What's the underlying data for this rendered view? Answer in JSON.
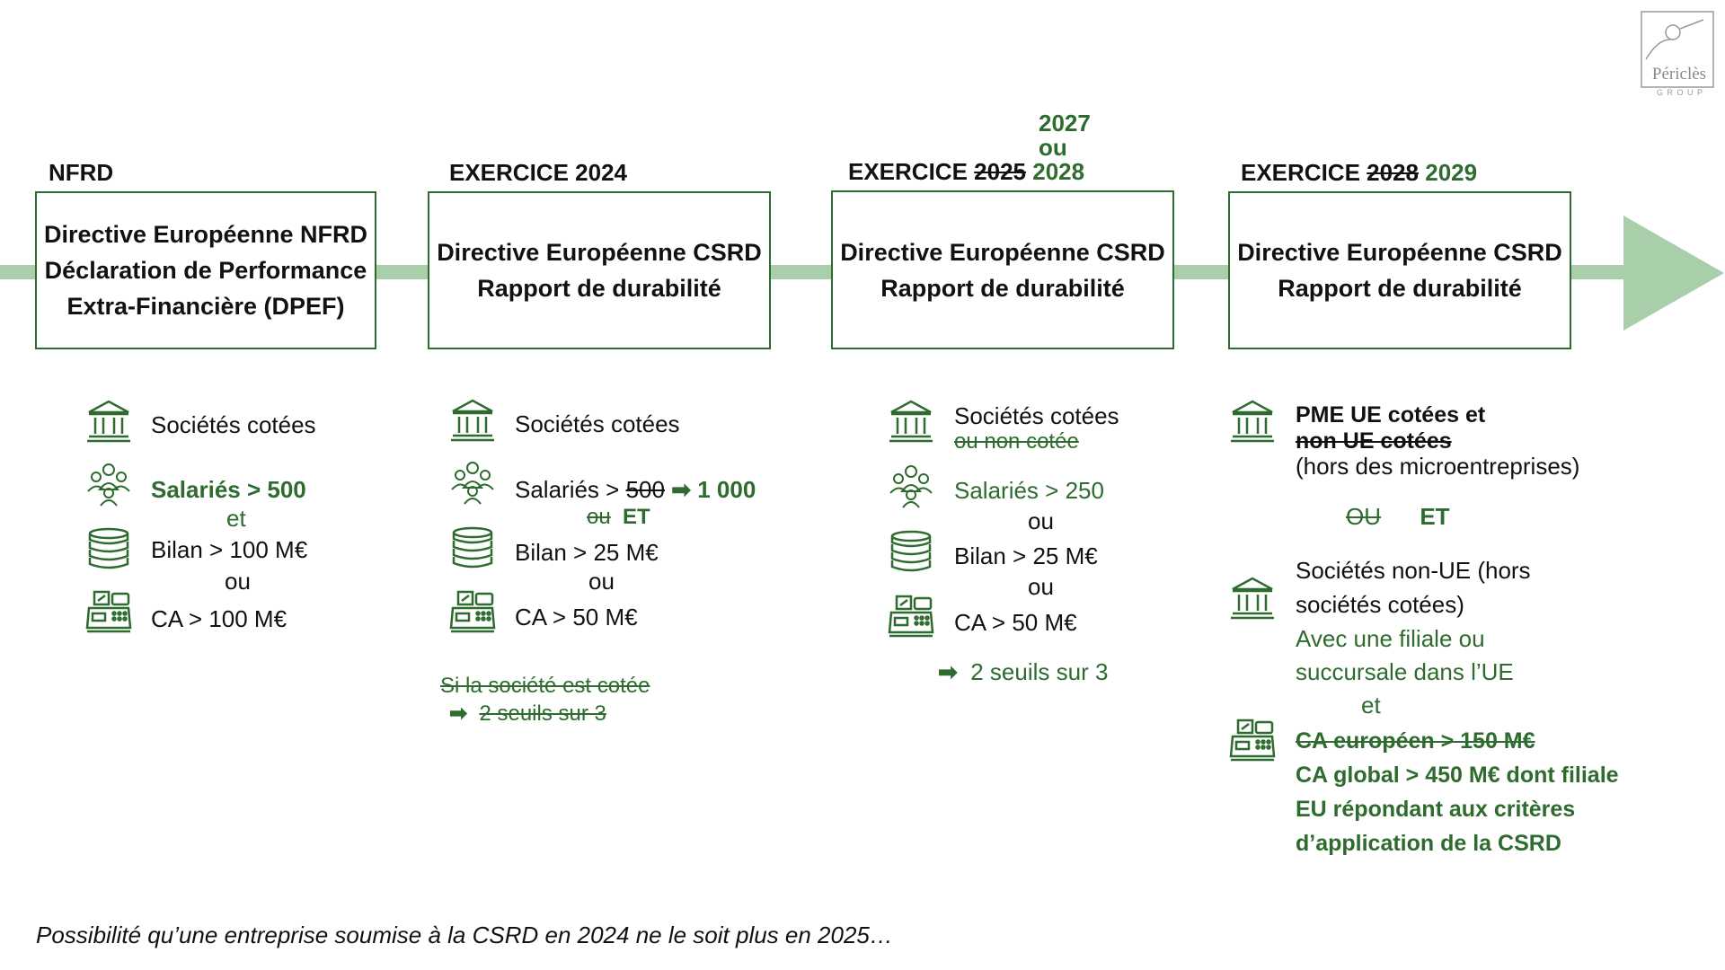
{
  "logo": {
    "name": "Périclès",
    "sub": "G R O U P"
  },
  "timeline": {
    "col1": {
      "header": "NFRD",
      "box": [
        "Directive Européenne NFRD",
        "Déclaration de Performance",
        "Extra-Financière (DPEF)"
      ],
      "listed": "Sociétés cotées",
      "employees": "Salariés > 500",
      "and": "et",
      "balance": "Bilan > 100 M€",
      "or1": "ou",
      "revenue": "CA > 100 M€"
    },
    "col2": {
      "header": "EXERCICE 2024",
      "box": [
        "Directive Européenne CSRD",
        "Rapport de durabilité"
      ],
      "listed": "Sociétés cotées",
      "employees_prefix": "Salariés > ",
      "employees_old": "500",
      "employees_arrow": "➡",
      "employees_new": "1 000",
      "or_struck": "ou",
      "and_new": "ET",
      "balance": "Bilan > 25 M€",
      "or1": "ou",
      "revenue": "CA > 50 M€",
      "struck_listed": "Si la société est cotée",
      "struck_arrow": "➡",
      "struck_thresholds": "2 seuils sur 3"
    },
    "col3": {
      "header_prefix": "EXERCICE ",
      "header_old": "2025",
      "header_new_top": "2027",
      "header_new_mid": "ou",
      "header_new_bottom": "2028",
      "box": [
        "Directive Européenne CSRD",
        "Rapport de durabilité"
      ],
      "listed": "Sociétés cotées",
      "listed_struck": "ou non cotée",
      "employees": "Salariés > 250",
      "or1": "ou",
      "balance": "Bilan > 25 M€",
      "or2": "ou",
      "revenue": "CA > 50 M€",
      "arrow": "➡",
      "thresholds": "2 seuils sur 3"
    },
    "col4": {
      "header_prefix": "EXERCICE ",
      "header_old": "2028",
      "header_new": "2029",
      "box": [
        "Directive Européenne CSRD",
        "Rapport de durabilité"
      ],
      "sme_line1": "PME UE cotées et",
      "sme_line2_struck": "non UE cotées",
      "sme_note": "(hors des microentreprises)",
      "or_struck": "OU",
      "and_new": "ET",
      "nonue_line1": "Sociétés non-UE (hors",
      "nonue_line2": "sociétés cotées)",
      "branch_line1": "Avec une filiale ou",
      "branch_line2": "succursale dans l’UE",
      "and2": "et",
      "ca_struck": "CA européen > 150 M€",
      "ca_new1": "CA global > 450 M€ dont filiale",
      "ca_new2": "EU répondant aux critères",
      "ca_new3": "d’application de la CSRD"
    }
  },
  "footnote": "Possibilité qu’une entreprise soumise à la CSRD en 2024 ne le soit plus en 2025…",
  "colors": {
    "green": "#2e6b2e",
    "arrow": "#a8cfaa"
  },
  "icons": [
    "bank-icon",
    "people-icon",
    "coins-icon",
    "cash-register-icon"
  ]
}
